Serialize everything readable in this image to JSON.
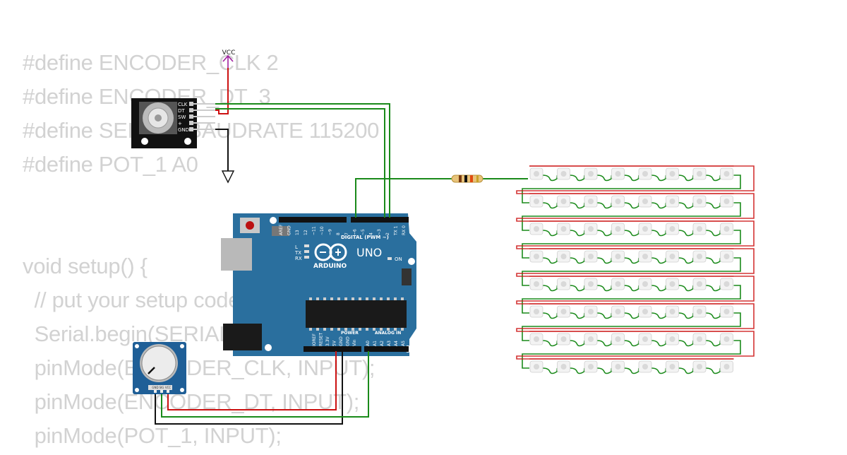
{
  "code_lines": [
    "#define ENCODER_CLK 2",
    "#define ENCODER_DT  3",
    "#define SERIAL_BAUDRATE 115200",
    "#define POT_1 A0",
    "",
    "",
    "void setup() {",
    "  // put your setup code here, to run once:",
    "  Serial.begin(SERIAL_BAUDRATE);",
    "  pinMode(ENCODER_CLK, INPUT);",
    "  pinMode(ENCODER_DT, INPUT);",
    "  pinMode(POT_1, INPUT);"
  ],
  "encoder": {
    "pins": [
      "CLK",
      "DT",
      "SW",
      "+",
      "GND"
    ]
  },
  "vcc_label": "VCC",
  "arduino": {
    "brand": "ARDUINO",
    "model": "UNO",
    "on_label": "ON",
    "digital_label": "DIGITAL (PWM ~)",
    "power_label": "POWER",
    "analog_label": "ANALOG IN",
    "led_labels": [
      "L",
      "TX",
      "RX"
    ],
    "digital_pins": [
      "AREF",
      "GND",
      "13",
      "12",
      "~11",
      "~10",
      "~9",
      "8",
      "7",
      "~6",
      "~5",
      "4",
      "~3",
      "2",
      "TX 1",
      "RX 0"
    ],
    "power_pins": [
      "IOREF",
      "RESET",
      "3.3V",
      "5V",
      "GND",
      "GND",
      "Vin"
    ],
    "analog_pins": [
      "A0",
      "A1",
      "A2",
      "A3",
      "A4",
      "A5"
    ]
  },
  "potentiometer": {
    "pins": [
      "GND",
      "SIG",
      "VCC"
    ]
  },
  "led_matrix": {
    "rows": 8,
    "cols": 8
  },
  "colors": {
    "vcc": "#cc1111",
    "gnd": "#111111",
    "signal": "#1a8a1a",
    "board": "#2a6f9e",
    "vcc_symbol": "#a020a0"
  }
}
